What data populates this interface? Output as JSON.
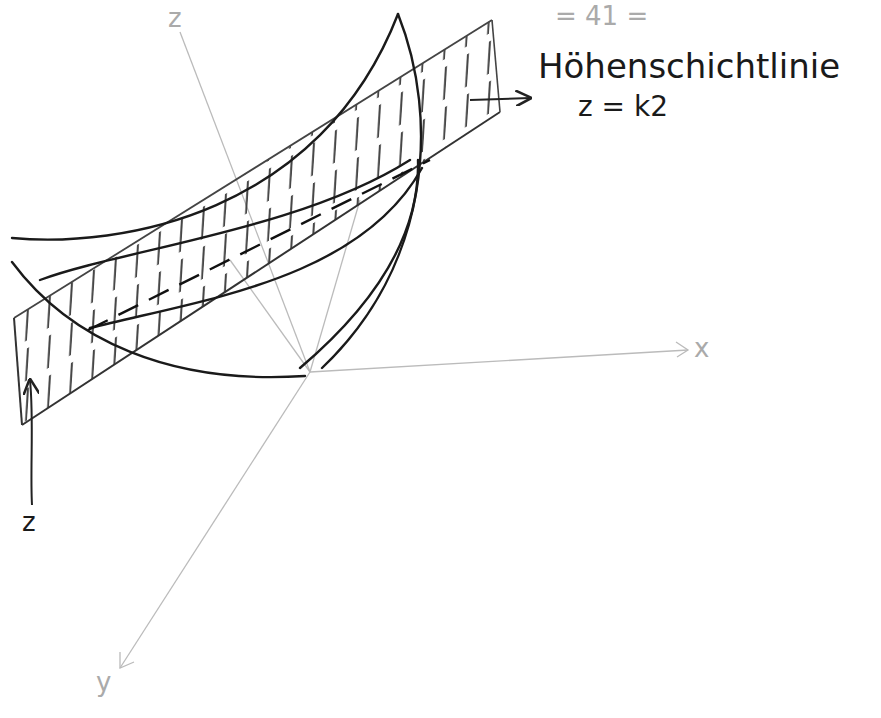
{
  "diagram": {
    "labels": [
      "= 41 =",
      "z",
      "Höhenschichtlinie",
      "z = k2",
      "x",
      "z",
      "y"
    ]
  }
}
